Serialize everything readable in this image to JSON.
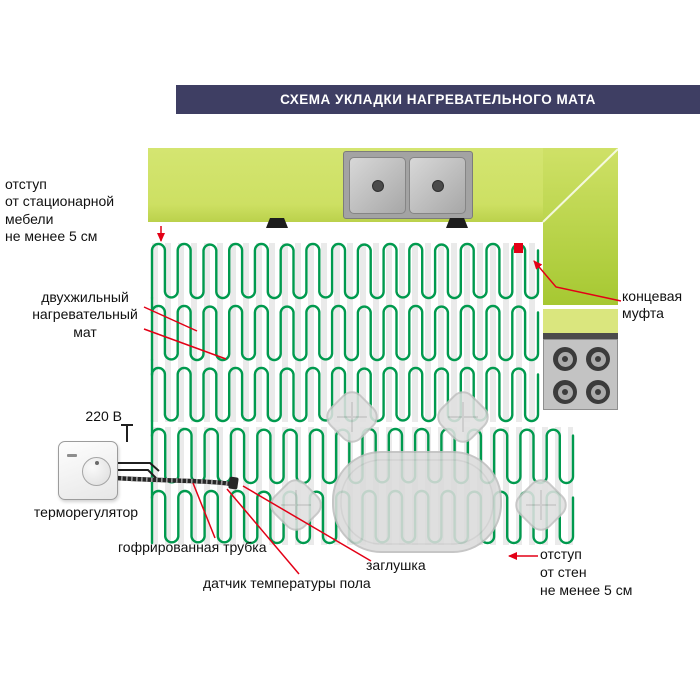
{
  "title": "СХЕМА УКЛАДКИ НАГРЕВАТЕЛЬНОГО МАТА",
  "labels": {
    "offset_furniture": "отступ\nот стационарной\nмебели\nне менее 5 см",
    "heating_mat": "двухжильный\nнагревательный\nмат",
    "voltage": "220 В",
    "thermostat": "терморегулятор",
    "corrugated_tube": "гофрированная трубка",
    "plug": "заглушка",
    "floor_sensor": "датчик температуры пола",
    "end_coupling": "концевая\nмуфта",
    "offset_walls": "отступ\nот стен\nне менее 5 см"
  },
  "colors": {
    "title_bg": "#3E3E63",
    "title_text": "#FFFFFF",
    "counter_green": "#CFE167",
    "counter_green_dark": "#A6C832",
    "wire_green": "#009A4E",
    "accent_red": "#E30016",
    "steel_gray": "#B5B5B5"
  }
}
